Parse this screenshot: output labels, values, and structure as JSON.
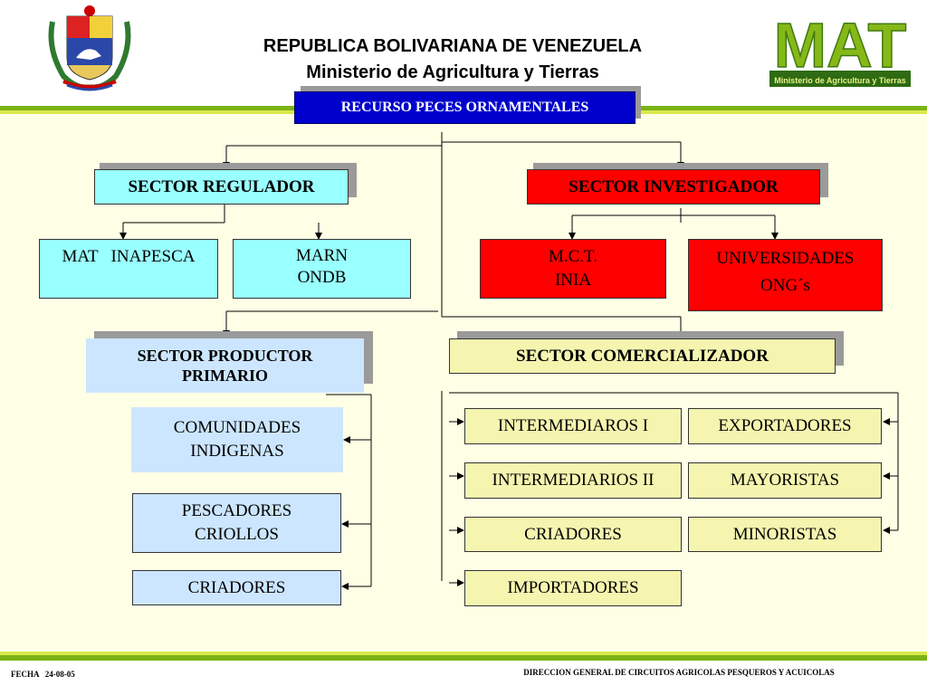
{
  "header": {
    "line1": "REPUBLICA BOLIVARIANA DE VENEZUELA",
    "line2": "Ministerio de Agricultura y Tierras",
    "logo_text": "MAT",
    "logo_subtitle": "Ministerio de Agricultura y Tierras"
  },
  "root": {
    "label": "RECURSO PECES ORNAMENTALES"
  },
  "regulador": {
    "label": "SECTOR REGULADOR",
    "children": [
      {
        "line1": "MAT   INAPESCA",
        "line2": ""
      },
      {
        "line1": "MARN",
        "line2": "ONDB"
      }
    ]
  },
  "investigador": {
    "label": "SECTOR INVESTIGADOR",
    "children": [
      {
        "line1": "M.C.T.",
        "line2": "INIA"
      },
      {
        "line1": "UNIVERSIDADES",
        "line2": "ONG´s"
      }
    ]
  },
  "productor": {
    "line1": "SECTOR PRODUCTOR",
    "line2": "PRIMARIO",
    "children": [
      {
        "line1": "COMUNIDADES",
        "line2": "INDIGENAS"
      },
      {
        "line1": "PESCADORES",
        "line2": "CRIOLLOS"
      },
      {
        "line1": "CRIADORES",
        "line2": ""
      }
    ]
  },
  "comercializador": {
    "label": "SECTOR COMERCIALIZADOR",
    "left": [
      "INTERMEDIAROS I",
      "INTERMEDIARIOS II",
      "CRIADORES",
      "IMPORTADORES"
    ],
    "right": [
      "EXPORTADORES",
      "MAYORISTAS",
      "MINORISTAS"
    ]
  },
  "footer": {
    "fecha": "FECHA   24-08-05",
    "direccion": "DIRECCION GENERAL DE CIRCUITOS AGRICOLAS  PESQUEROS Y ACUICOLAS"
  },
  "colors": {
    "root": "#0000cc",
    "regulador": "#99ffff",
    "investigador": "#ff0000",
    "productor": "#cce6ff",
    "comercializador": "#f5f5b0",
    "green_bar": "#7ab317"
  }
}
